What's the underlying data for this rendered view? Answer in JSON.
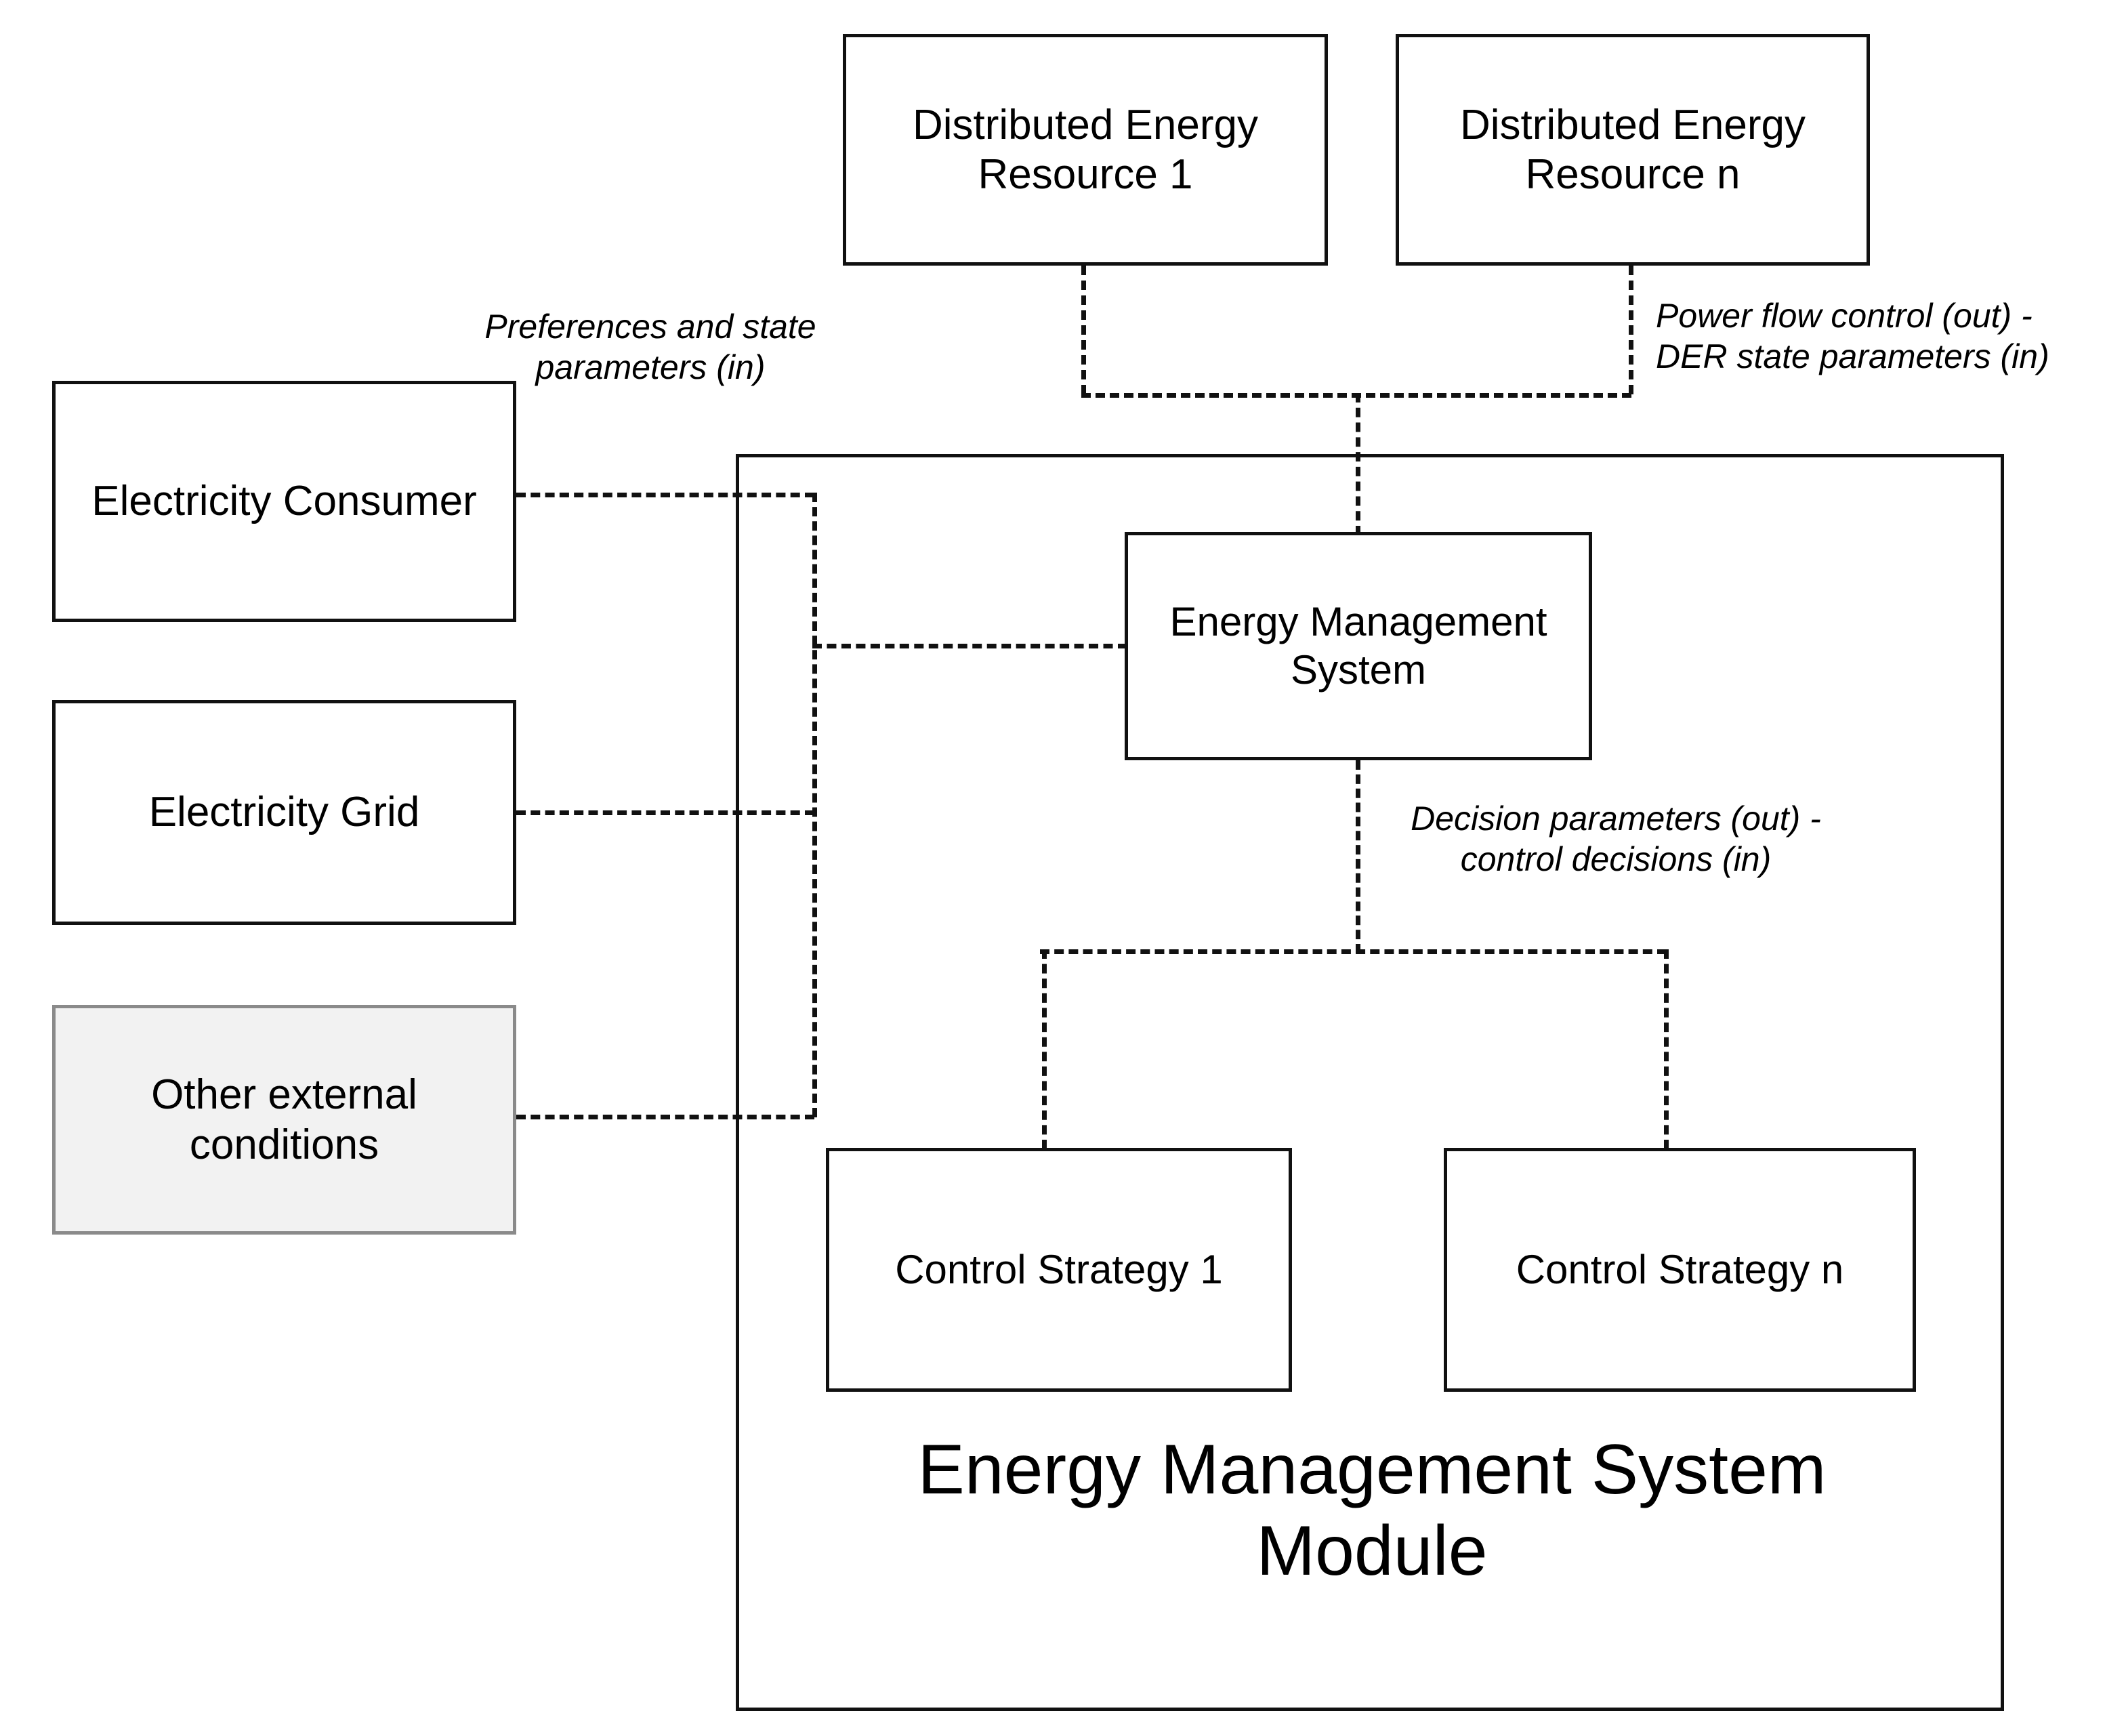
{
  "diagram": {
    "title": "Energy Management System Module",
    "nodes": {
      "der1": "Distributed Energy Resource 1",
      "dern": "Distributed Energy Resource n",
      "consumer": "Electricity Consumer",
      "grid": "Electricity Grid",
      "other": "Other external conditions",
      "ems": "Energy Management System",
      "cs1": "Control Strategy 1",
      "csn": "Control Strategy n",
      "module": "Energy Management System Module"
    },
    "edge_labels": {
      "preferences": "Preferences and state parameters (in)",
      "power_flow": "Power flow control (out) - DER state parameters (in)",
      "decision": "Decision parameters (out) - control decisions (in)"
    },
    "colors": {
      "stroke": "#111111",
      "shaded_fill": "#f2f2f2",
      "shaded_stroke": "#8a8a8a",
      "background": "#ffffff"
    }
  }
}
